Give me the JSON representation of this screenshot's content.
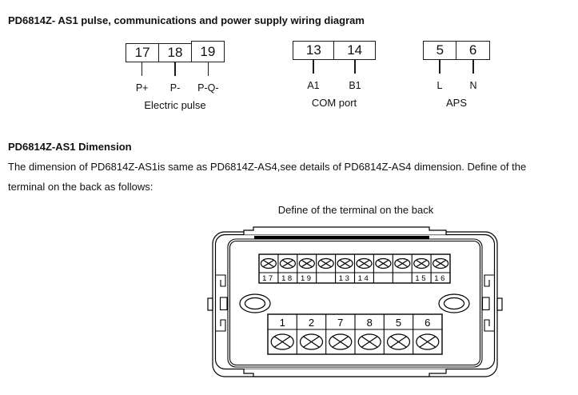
{
  "page": {
    "title": "PD6814Z- AS1 pulse, communications and power supply wiring diagram",
    "dimension_heading": "PD6814Z-AS1 Dimension",
    "dimension_paragraph_line1": "The dimension of PD6814Z-AS1is same as PD6814Z-AS4,see details of PD6814Z-AS4 dimension. Define of the",
    "dimension_paragraph_line2": "terminal on the back as follows:",
    "back_view_caption": "Define of the terminal on the back"
  },
  "wiring_blocks": [
    {
      "name": "Electric pulse",
      "terminals": [
        {
          "number": "17",
          "label": "P+"
        },
        {
          "number": "18",
          "label": "P-"
        },
        {
          "number": "19",
          "label": "P-Q-"
        }
      ]
    },
    {
      "name": "COM port",
      "terminals": [
        {
          "number": "13",
          "label": "A1"
        },
        {
          "number": "14",
          "label": "B1"
        }
      ]
    },
    {
      "name": "APS",
      "terminals": [
        {
          "number": "5",
          "label": "L"
        },
        {
          "number": "6",
          "label": "N"
        }
      ]
    }
  ],
  "back_view": {
    "top_terminal_labels": [
      "17",
      "18",
      "19",
      "",
      "13",
      "14",
      "",
      "",
      "15",
      "16"
    ],
    "bottom_terminal_labels": [
      "1",
      "2",
      "7",
      "8",
      "5",
      "6"
    ]
  },
  "icons": {
    "screw_terminal_icon": "ellipse-with-cross"
  },
  "colors": {
    "ink": "#111111",
    "background": "#ffffff"
  }
}
